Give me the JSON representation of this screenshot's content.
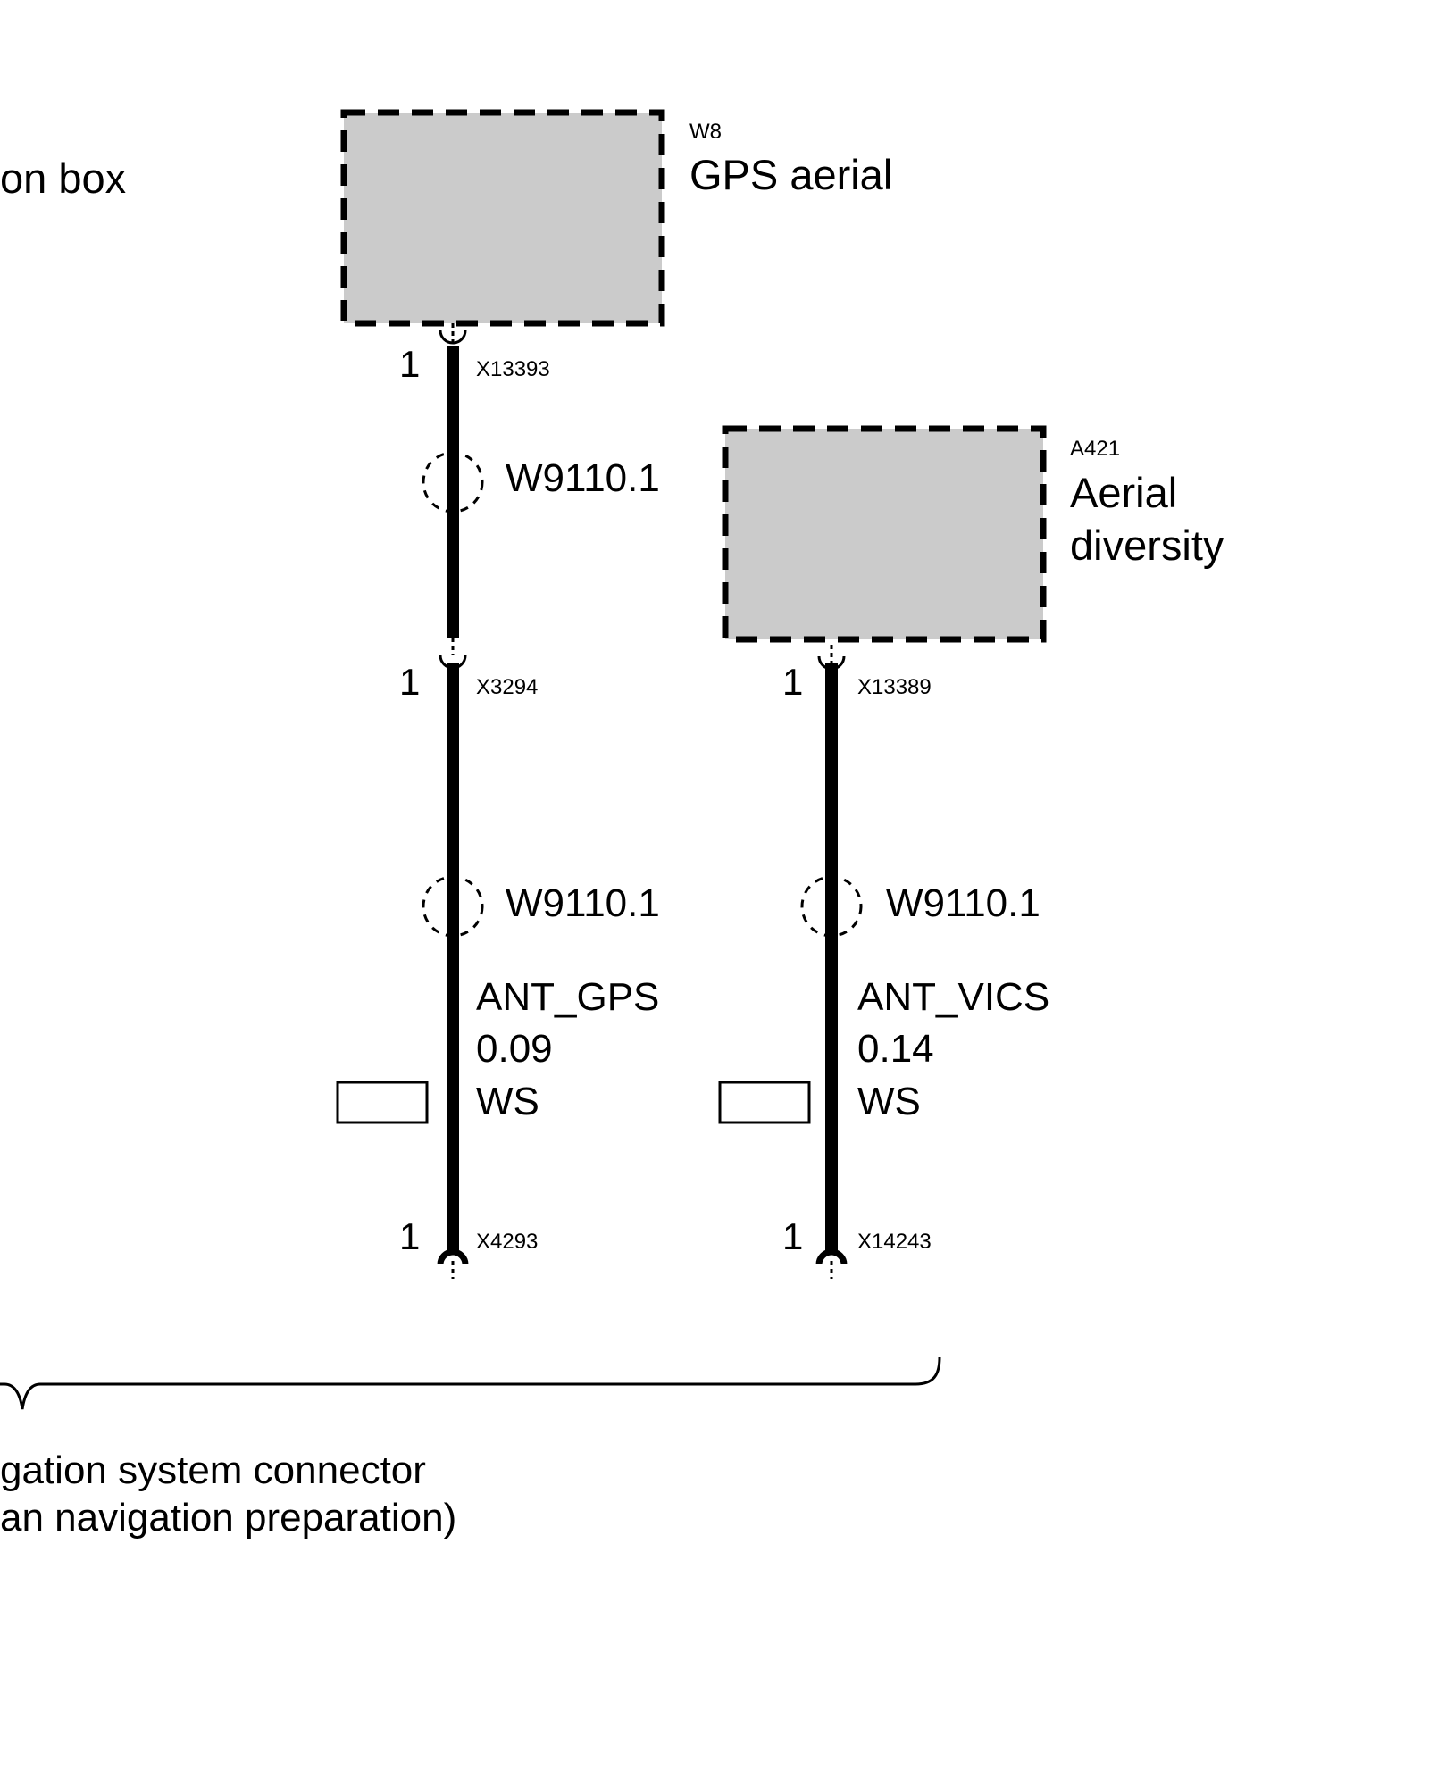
{
  "left_component": {
    "label_fragment": "on box"
  },
  "gps_aerial": {
    "id": "W8",
    "name": "GPS aerial"
  },
  "aerial_diversity": {
    "id": "A421",
    "name_line1": "Aerial",
    "name_line2": "diversity"
  },
  "gps_wire": {
    "connector_top": {
      "pin": "1",
      "name": "X13393"
    },
    "splice_1": "W9110.1",
    "connector_mid": {
      "pin": "1",
      "name": "X3294"
    },
    "splice_2": "W9110.1",
    "signal": "ANT_GPS",
    "cross_section": "0.09",
    "color": "WS",
    "connector_bottom": {
      "pin": "1",
      "name": "X4293"
    }
  },
  "vics_wire": {
    "connector_top": {
      "pin": "1",
      "name": "X13389"
    },
    "splice": "W9110.1",
    "signal": "ANT_VICS",
    "cross_section": "0.14",
    "color": "WS",
    "connector_bottom": {
      "pin": "1",
      "name": "X14243"
    }
  },
  "bracket_label": {
    "line1": "gation system connector",
    "line2": "an navigation preparation)"
  },
  "colors": {
    "component_fill": "#cbcbcb",
    "line": "#000000"
  }
}
